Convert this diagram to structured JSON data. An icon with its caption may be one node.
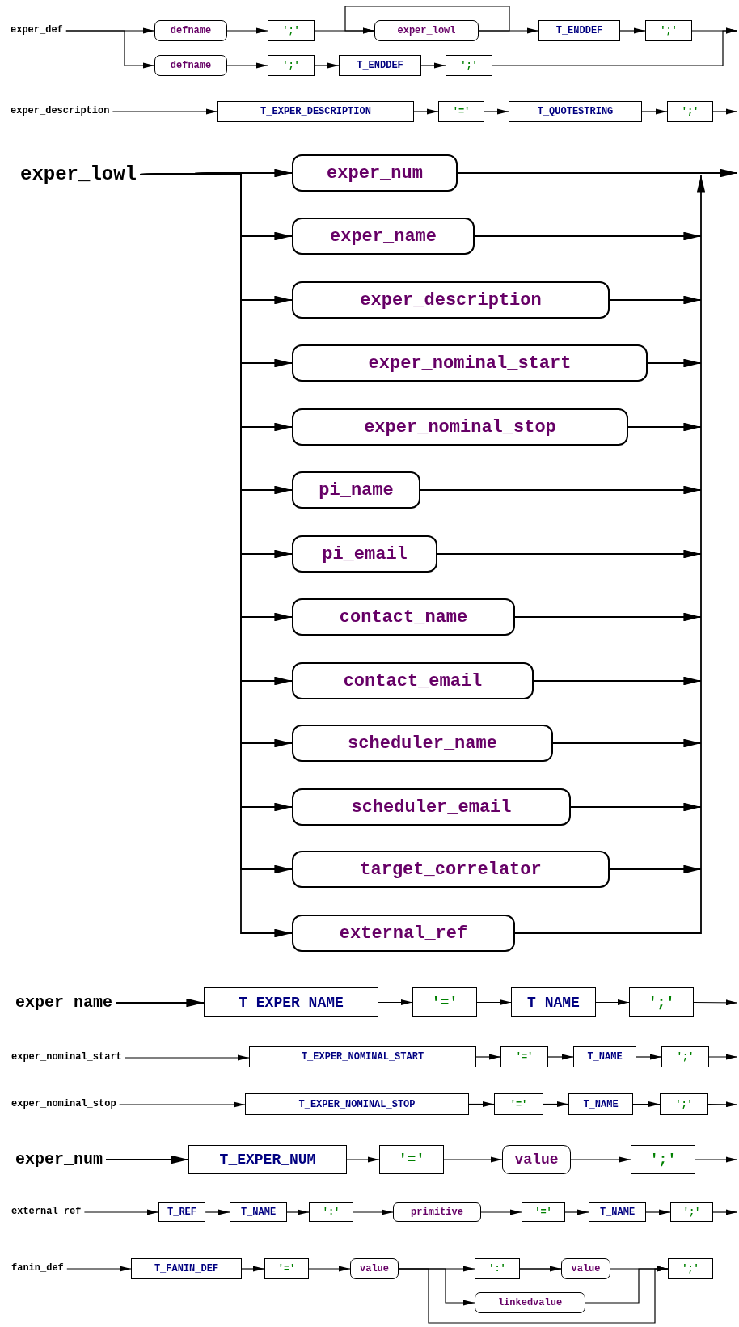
{
  "diagram": {
    "nodes": [
      {
        "text": [
          "exper_def"
        ]
      },
      {
        "text": [
          "defname"
        ]
      },
      {
        "text": [
          "';'"
        ]
      },
      {
        "text": [
          "exper_lowl"
        ]
      },
      {
        "text": [
          "T_ENDDEF"
        ]
      },
      {
        "text": [
          "';'"
        ]
      },
      {
        "text": [
          "defname"
        ]
      },
      {
        "text": [
          "';'"
        ]
      },
      {
        "text": [
          "T_ENDDEF"
        ]
      },
      {
        "text": [
          "';'"
        ]
      },
      {
        "text": [
          "exper_description"
        ]
      },
      {
        "text": [
          "T_EXPER_DESCRIPTION"
        ]
      },
      {
        "text": [
          "'='"
        ]
      },
      {
        "text": [
          "T_QUOTESTRING"
        ]
      },
      {
        "text": [
          "';'"
        ]
      },
      {
        "text": [
          "exper_lowl"
        ]
      },
      {
        "text": [
          "exper_num"
        ]
      },
      {
        "text": [
          "exper_name"
        ]
      },
      {
        "text": [
          "exper_description"
        ]
      },
      {
        "text": [
          "exper_nominal_start"
        ]
      },
      {
        "text": [
          "exper_nominal_stop"
        ]
      },
      {
        "text": [
          "pi_name"
        ]
      },
      {
        "text": [
          "pi_email"
        ]
      },
      {
        "text": [
          "contact_name"
        ]
      },
      {
        "text": [
          "contact_email"
        ]
      },
      {
        "text": [
          "scheduler_name"
        ]
      },
      {
        "text": [
          "scheduler_email"
        ]
      },
      {
        "text": [
          "target_correlator"
        ]
      },
      {
        "text": [
          "external_ref"
        ]
      },
      {
        "text": [
          "exper_name"
        ]
      },
      {
        "text": [
          "T_EXPER_NAME"
        ]
      },
      {
        "text": [
          "'='"
        ]
      },
      {
        "text": [
          "T_NAME"
        ]
      },
      {
        "text": [
          "';'"
        ]
      },
      {
        "text": [
          "exper_nominal_start"
        ]
      },
      {
        "text": [
          "T_EXPER_NOMINAL_START"
        ]
      },
      {
        "text": [
          "'='"
        ]
      },
      {
        "text": [
          "T_NAME"
        ]
      },
      {
        "text": [
          "';'"
        ]
      },
      {
        "text": [
          "exper_nominal_stop"
        ]
      },
      {
        "text": [
          "T_EXPER_NOMINAL_STOP"
        ]
      },
      {
        "text": [
          "'='"
        ]
      },
      {
        "text": [
          "T_NAME"
        ]
      },
      {
        "text": [
          "';'"
        ]
      },
      {
        "text": [
          "exper_num"
        ]
      },
      {
        "text": [
          "T_EXPER_NUM"
        ]
      },
      {
        "text": [
          "'='"
        ]
      },
      {
        "text": [
          "value"
        ]
      },
      {
        "text": [
          "';'"
        ]
      },
      {
        "text": [
          "external_ref"
        ]
      },
      {
        "text": [
          "T_REF"
        ]
      },
      {
        "text": [
          "T_NAME"
        ]
      },
      {
        "text": [
          "':'"
        ]
      },
      {
        "text": [
          "primitive"
        ]
      },
      {
        "text": [
          "'='"
        ]
      },
      {
        "text": [
          "T_NAME"
        ]
      },
      {
        "text": [
          "';'"
        ]
      },
      {
        "text": [
          "fanin_def"
        ]
      },
      {
        "text": [
          "T_FANIN_DEF"
        ]
      },
      {
        "text": [
          "'='"
        ]
      },
      {
        "text": [
          "value"
        ]
      },
      {
        "text": [
          "':'"
        ]
      },
      {
        "text": [
          "value"
        ]
      },
      {
        "text": [
          "linkedvalue"
        ]
      },
      {
        "text": [
          "';'"
        ]
      }
    ],
    "edges": [
      {
        "from": 0,
        "to": 1,
        "arrow": "to"
      },
      {
        "from": 0,
        "to": 6,
        "arrow": "to"
      },
      {
        "from": 1,
        "to": 2,
        "arrow": "to"
      },
      {
        "from": 2,
        "to": 3,
        "arrow": "to"
      },
      {
        "from": 3,
        "to": 3,
        "arrow": "to"
      },
      {
        "from": 3,
        "to": 4,
        "arrow": "to"
      },
      {
        "from": 4,
        "to": 5,
        "arrow": "to"
      },
      {
        "from": 5,
        "to": null,
        "arrow": "to"
      },
      {
        "from": 6,
        "to": 7,
        "arrow": "to"
      },
      {
        "from": 7,
        "to": 8,
        "arrow": "to"
      },
      {
        "from": 8,
        "to": 9,
        "arrow": "to"
      },
      {
        "from": 9,
        "to": null,
        "arrow": "to"
      },
      {
        "from": 10,
        "to": 11,
        "arrow": "to"
      },
      {
        "from": 11,
        "to": 12,
        "arrow": "to"
      },
      {
        "from": 12,
        "to": 13,
        "arrow": "to"
      },
      {
        "from": 13,
        "to": 14,
        "arrow": "to"
      },
      {
        "from": 14,
        "to": null,
        "arrow": "to"
      },
      {
        "from": 15,
        "to": 16,
        "arrow": "to"
      },
      {
        "from": 15,
        "to": 17,
        "arrow": "to"
      },
      {
        "from": 15,
        "to": 18,
        "arrow": "to"
      },
      {
        "from": 15,
        "to": 19,
        "arrow": "to"
      },
      {
        "from": 15,
        "to": 20,
        "arrow": "to"
      },
      {
        "from": 15,
        "to": 21,
        "arrow": "to"
      },
      {
        "from": 15,
        "to": 22,
        "arrow": "to"
      },
      {
        "from": 15,
        "to": 23,
        "arrow": "to"
      },
      {
        "from": 15,
        "to": 24,
        "arrow": "to"
      },
      {
        "from": 15,
        "to": 25,
        "arrow": "to"
      },
      {
        "from": 15,
        "to": 26,
        "arrow": "to"
      },
      {
        "from": 15,
        "to": 27,
        "arrow": "to"
      },
      {
        "from": 15,
        "to": 28,
        "arrow": "to"
      },
      {
        "from": 16,
        "to": null,
        "arrow": "to"
      },
      {
        "from": 17,
        "to": null,
        "arrow": "to"
      },
      {
        "from": 18,
        "to": null,
        "arrow": "to"
      },
      {
        "from": 19,
        "to": null,
        "arrow": "to"
      },
      {
        "from": 20,
        "to": null,
        "arrow": "to"
      },
      {
        "from": 21,
        "to": null,
        "arrow": "to"
      },
      {
        "from": 22,
        "to": null,
        "arrow": "to"
      },
      {
        "from": 23,
        "to": null,
        "arrow": "to"
      },
      {
        "from": 24,
        "to": null,
        "arrow": "to"
      },
      {
        "from": 25,
        "to": null,
        "arrow": "to"
      },
      {
        "from": 26,
        "to": null,
        "arrow": "to"
      },
      {
        "from": 27,
        "to": null,
        "arrow": "to"
      },
      {
        "from": 28,
        "to": null,
        "arrow": "to"
      },
      {
        "from": 29,
        "to": 30,
        "arrow": "to"
      },
      {
        "from": 30,
        "to": 31,
        "arrow": "to"
      },
      {
        "from": 31,
        "to": 32,
        "arrow": "to"
      },
      {
        "from": 32,
        "to": 33,
        "arrow": "to"
      },
      {
        "from": 33,
        "to": null,
        "arrow": "to"
      },
      {
        "from": 34,
        "to": 35,
        "arrow": "to"
      },
      {
        "from": 35,
        "to": 36,
        "arrow": "to"
      },
      {
        "from": 36,
        "to": 37,
        "arrow": "to"
      },
      {
        "from": 37,
        "to": 38,
        "arrow": "to"
      },
      {
        "from": 38,
        "to": null,
        "arrow": "to"
      },
      {
        "from": 39,
        "to": 40,
        "arrow": "to"
      },
      {
        "from": 40,
        "to": 41,
        "arrow": "to"
      },
      {
        "from": 41,
        "to": 42,
        "arrow": "to"
      },
      {
        "from": 42,
        "to": 43,
        "arrow": "to"
      },
      {
        "from": 43,
        "to": null,
        "arrow": "to"
      },
      {
        "from": 44,
        "to": 45,
        "arrow": "to"
      },
      {
        "from": 45,
        "to": 46,
        "arrow": "to"
      },
      {
        "from": 46,
        "to": 47,
        "arrow": "to"
      },
      {
        "from": 47,
        "to": 48,
        "arrow": "to"
      },
      {
        "from": 48,
        "to": null,
        "arrow": "to"
      },
      {
        "from": 49,
        "to": 50,
        "arrow": "to"
      },
      {
        "from": 50,
        "to": 51,
        "arrow": "to"
      },
      {
        "from": 51,
        "to": 52,
        "arrow": "to"
      },
      {
        "from": 52,
        "to": 53,
        "arrow": "to"
      },
      {
        "from": 53,
        "to": 54,
        "arrow": "to"
      },
      {
        "from": 54,
        "to": 55,
        "arrow": "to"
      },
      {
        "from": 55,
        "to": 56,
        "arrow": "to"
      },
      {
        "from": 56,
        "to": null,
        "arrow": "to"
      },
      {
        "from": 57,
        "to": 58,
        "arrow": "to"
      },
      {
        "from": 58,
        "to": 59,
        "arrow": "to"
      },
      {
        "from": 59,
        "to": 60,
        "arrow": "to"
      },
      {
        "from": 60,
        "to": 61,
        "arrow": "to"
      },
      {
        "from": 60,
        "to": 63,
        "arrow": "to"
      },
      {
        "from": 60,
        "to": 64,
        "arrow": "to"
      },
      {
        "from": 61,
        "to": 62,
        "arrow": "to"
      },
      {
        "from": 62,
        "to": 64,
        "arrow": "to"
      },
      {
        "from": 63,
        "to": 64,
        "arrow": "to"
      },
      {
        "from": 62,
        "to": 61,
        "arrow": "to"
      }
    ]
  }
}
